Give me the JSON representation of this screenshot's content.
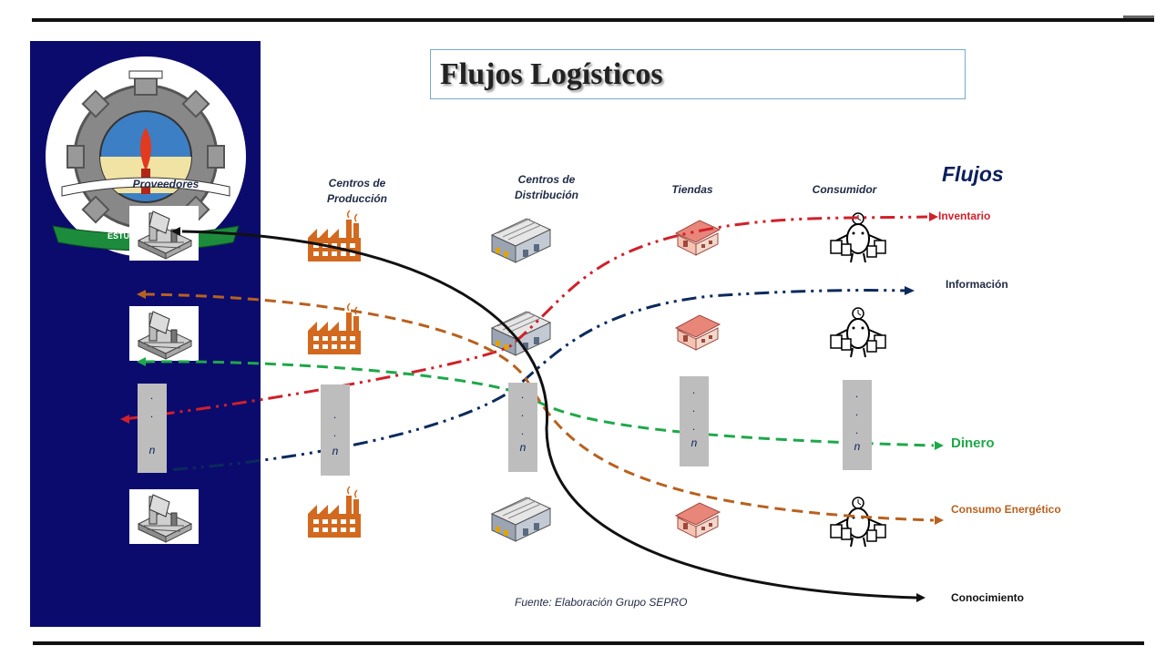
{
  "title": "Flujos Logísticos",
  "columns": {
    "proveedores": "Proveedores",
    "centros_produccion": [
      "Centros de",
      "Producción"
    ],
    "centros_distribucion": [
      "Centros de",
      "Distribución"
    ],
    "tiendas": "Tiendas",
    "consumidor": "Consumidor"
  },
  "legend": {
    "heading": "Flujos",
    "inventario": "Inventario",
    "informacion": "Información",
    "dinero": "Dinero",
    "consumo": "Consumo Energético",
    "conocimiento": "Conocimiento"
  },
  "n_marker": "n",
  "source": "Fuente: Elaboración Grupo SEPRO",
  "logo_text": "ESTUDIO TRABAJO",
  "colors": {
    "inventario": "#d0202a",
    "informacion": "#0b2a5c",
    "dinero": "#1ea84a",
    "consumo": "#b8611f",
    "conocimiento": "#111111",
    "panel": "#0b0b6e",
    "factory": "#d2691e"
  },
  "icons": [
    "logo-emblem-icon",
    "supplier-building-icon",
    "factory-icon",
    "warehouse-icon",
    "store-icon",
    "consumer-icon"
  ]
}
